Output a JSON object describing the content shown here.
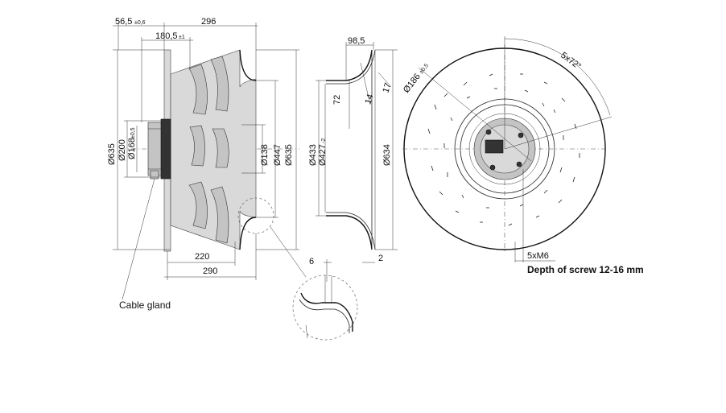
{
  "side_view": {
    "dim_56_5_main": "56,5",
    "dim_56_5_tol": "±0,6",
    "dim_296": "296",
    "dim_180_5_main": "180,5",
    "dim_180_5_tol": "±1",
    "dim_d635_left": "Ø635",
    "dim_d200": "Ø200",
    "dim_d168_main": "Ø168",
    "dim_d168_tol": "±0,5",
    "dim_d138": "Ø138",
    "dim_d447": "Ø447",
    "dim_d635_right": "Ø635",
    "dim_220": "220",
    "dim_290": "290",
    "cable_gland": "Cable gland"
  },
  "section_view": {
    "dim_98_5": "98,5",
    "dim_72": "72",
    "dim_14": "14",
    "dim_17": "17",
    "dim_d433": "Ø433",
    "dim_d427_main": "Ø427",
    "dim_d427_tol": "-2",
    "dim_d634": "Ø634",
    "dim_6": "6",
    "dim_2": "2"
  },
  "front_view": {
    "dim_angle": "5x72°",
    "dim_d186_main": "Ø186",
    "dim_d186_tol": "±0,5",
    "screw_label": "5xM6",
    "screw_depth": "Depth of screw 12-16 mm"
  }
}
